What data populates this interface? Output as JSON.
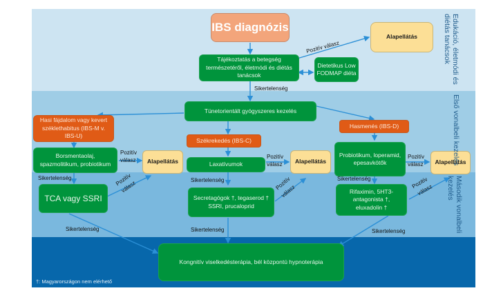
{
  "bands": [
    {
      "name": "education",
      "label": "Edukáció, életmódi és diétás tanácsok",
      "color": "#cde4f2"
    },
    {
      "name": "first-line",
      "label": "Első vonalbeli kezelés",
      "color": "#9fcde6"
    },
    {
      "name": "second-line",
      "label": "Második vonalbeli kezelés",
      "color": "#7ab8de"
    },
    {
      "name": "third-line",
      "label": "",
      "color": "#0767ab"
    }
  ],
  "nodes": {
    "diagnosis": "IBS diagnózis",
    "education": "Tájékoztatás a betegség természetéről, életmódi és diétás tanácsok",
    "dietitian": "Dietetikus Low FODMAP diéta",
    "primary_care_top": "Alapellátás",
    "symptom_treatment": "Tünetorientált gyógyszeres kezelés",
    "ibs_m_u": "Hasi fájdalom vagy kevert széklethabitus (IBS-M v. IBS-U)",
    "ibs_c": "Székrekedés (IBS-C)",
    "ibs_d": "Hasmenés (IBS-D)",
    "peppermint": "Borsmentaolaj, spazmolitikum, probiotikum",
    "laxatives": "Laxatívumok",
    "probiotics_d": "Probiotikum, loperamid, epesavkötők",
    "primary_care_1": "Alapellátás",
    "primary_care_2": "Alapellátás",
    "primary_care_3": "Alapellátás",
    "tca_ssri": "TCA vagy SSRI",
    "secretagogues": "Secretagógok †, tegaserod † SSRI, prucaloprid",
    "rifaximin": "Rifaximin, 5HT3-antagonista †, eluxadolin †",
    "cbt": "Kongnitív viselkedésterápia, bél központú hypnoterápia"
  },
  "labels": {
    "positive_response": "Pozitív válasz",
    "positive": "Pozitív",
    "response": "válasz",
    "failure": "Sikertelenség"
  },
  "footnote": "†: Magyarországon nem elérhető",
  "colors": {
    "green": "#00943c",
    "orange": "#e05b16",
    "salmon": "#f3a57b",
    "yellow": "#fcdf96",
    "arrow": "#2b8fd6"
  }
}
